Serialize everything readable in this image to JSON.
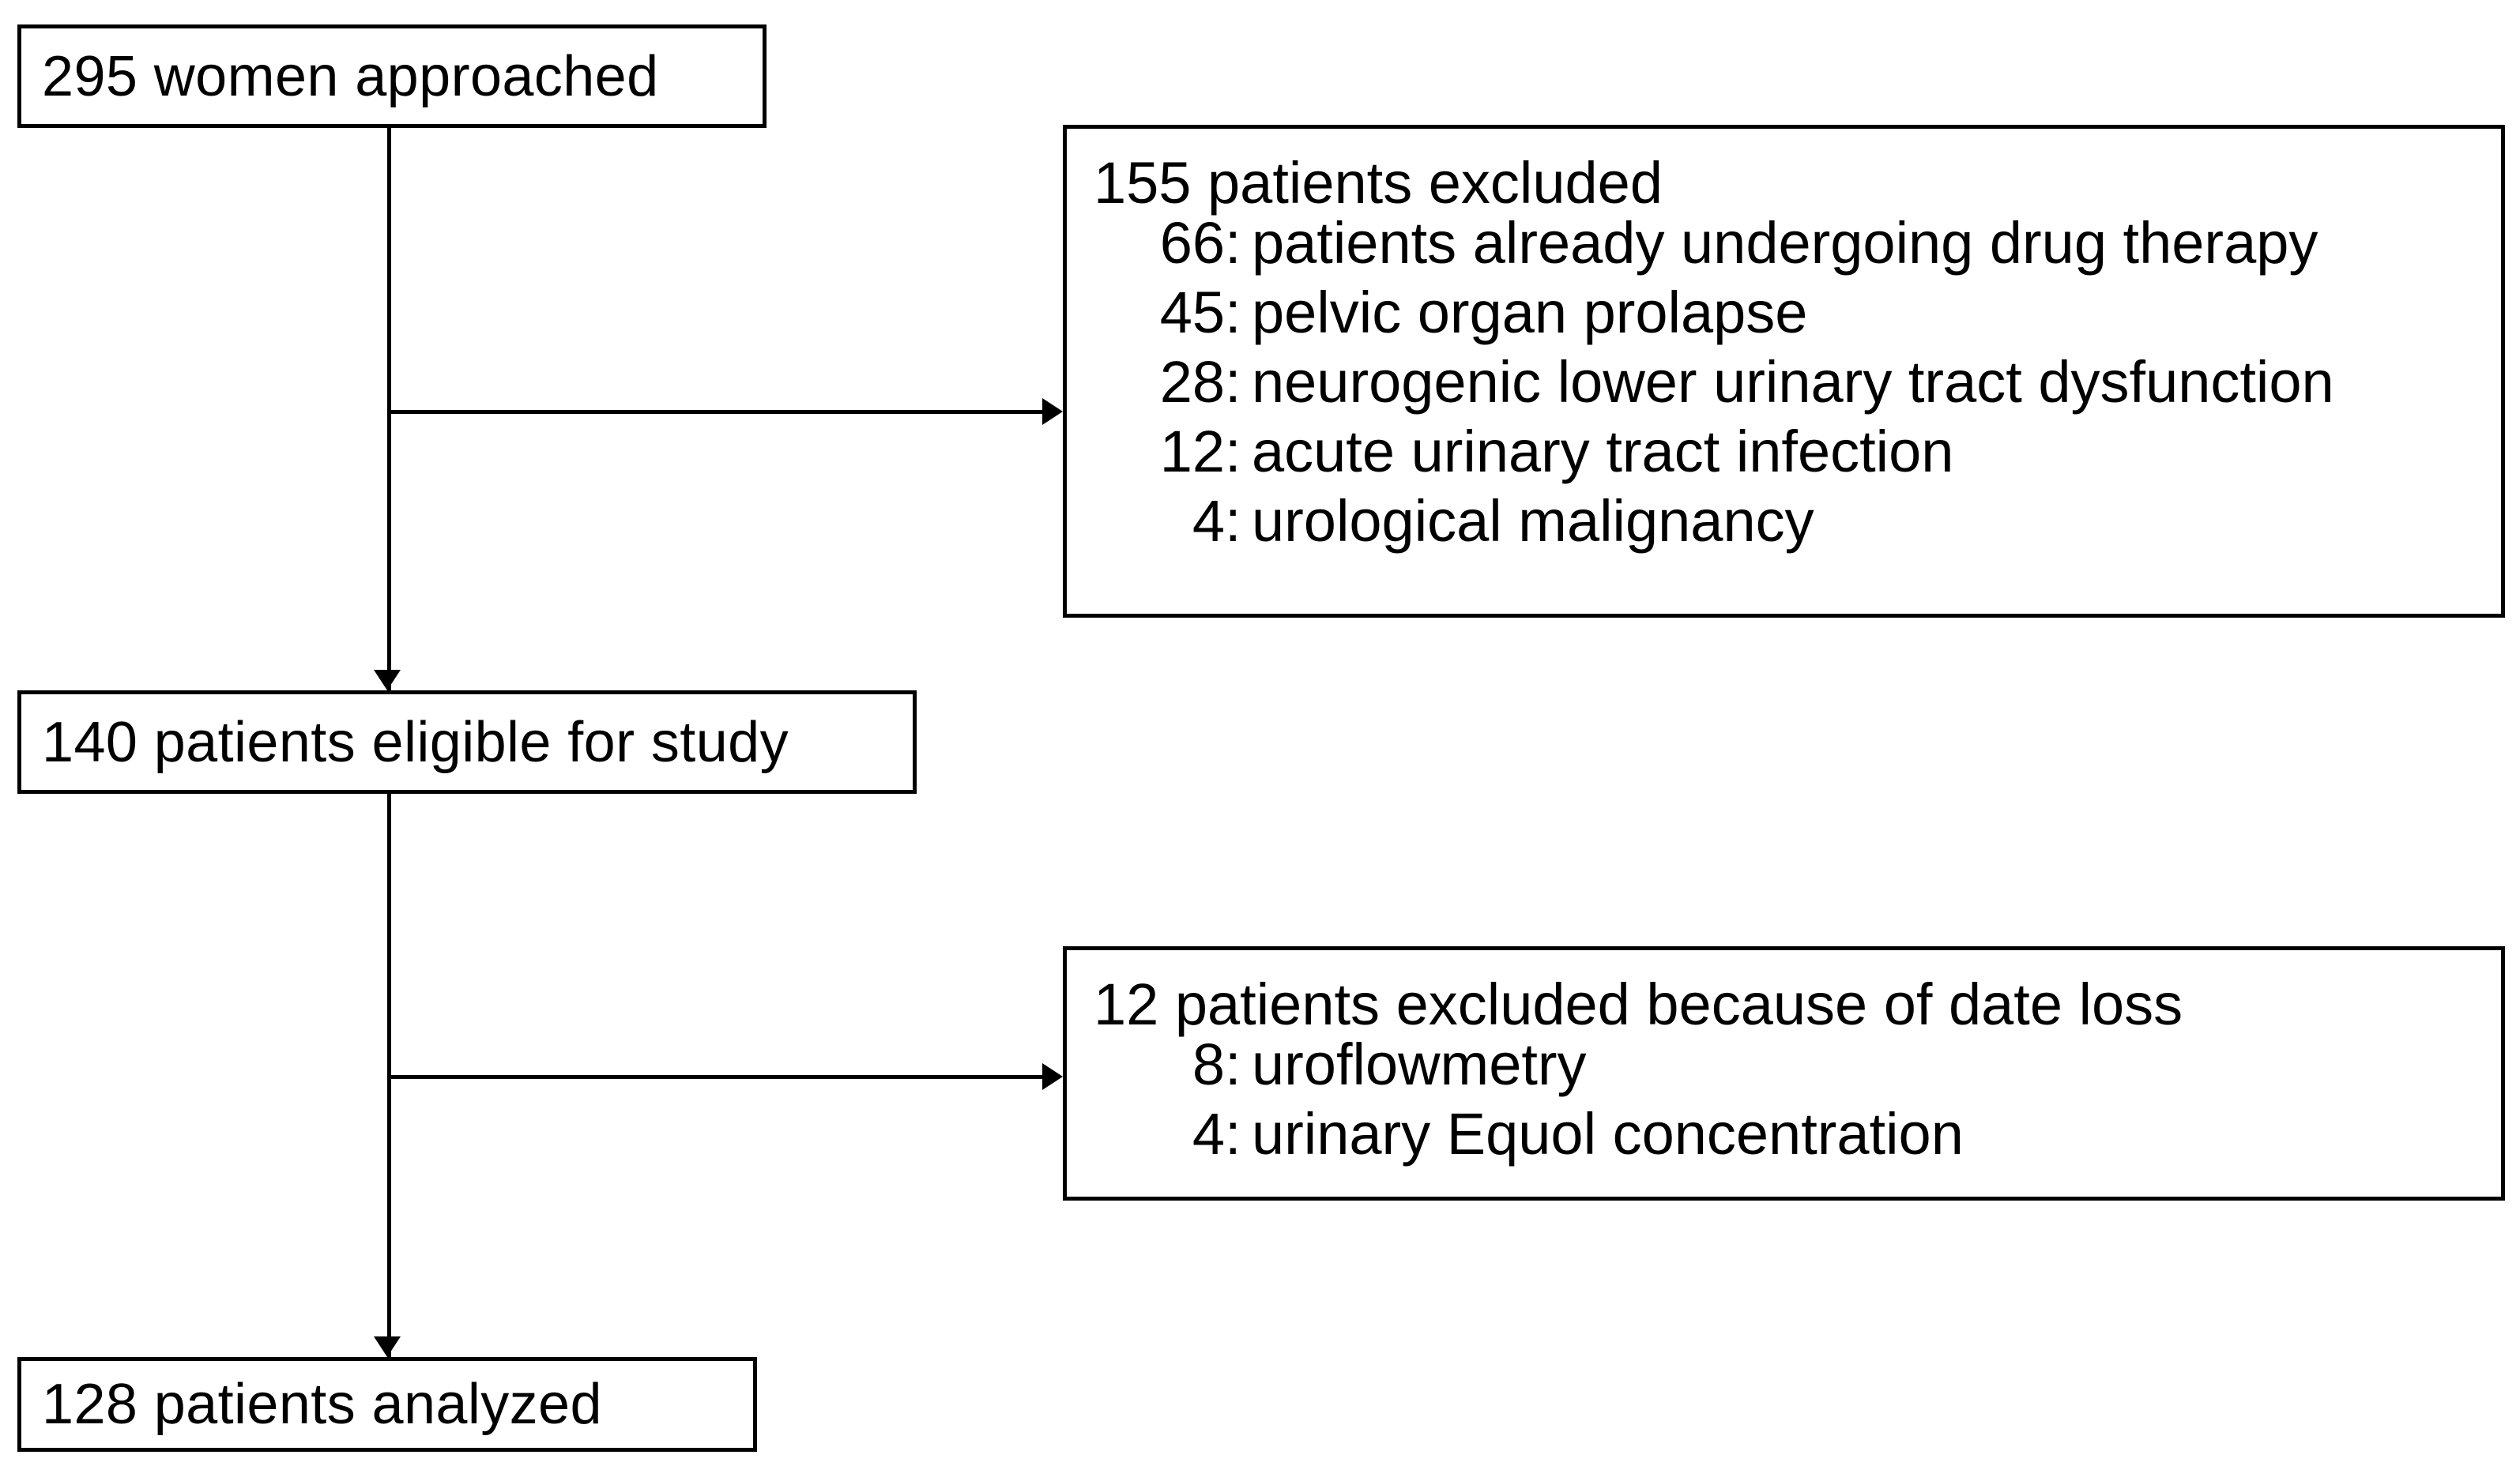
{
  "diagram": {
    "type": "flowchart",
    "title": "Patient enrollment flow diagram",
    "colors": {
      "background": "#ffffff",
      "stroke": "#000000",
      "text": "#000000"
    },
    "nodes": {
      "approached": {
        "label": "295 women approached",
        "count": 295
      },
      "eligible": {
        "label": "140 patients eligible for study",
        "count": 140
      },
      "analyzed": {
        "label": "128 patients analyzed",
        "count": 128
      },
      "excluded_screening": {
        "heading": "155 patients excluded",
        "count": 155,
        "reasons": [
          {
            "num": "66",
            "colon": ":",
            "text": "patients already undergoing drug therapy"
          },
          {
            "num": "45",
            "colon": ":",
            "text": "pelvic organ prolapse"
          },
          {
            "num": "28",
            "colon": ":",
            "text": "neurogenic lower urinary tract dysfunction"
          },
          {
            "num": "12",
            "colon": ":",
            "text": "acute urinary tract infection"
          },
          {
            "num": "4",
            "colon": ":",
            "text": "urological malignancy"
          }
        ]
      },
      "excluded_dataloss": {
        "heading": "12 patients excluded because of date loss",
        "count": 12,
        "reasons": [
          {
            "num": "8",
            "colon": ":",
            "text": "uroflowmetry"
          },
          {
            "num": "4",
            "colon": ":",
            "text": "urinary Equol concentration"
          }
        ]
      }
    },
    "edges": [
      {
        "from": "approached",
        "to": "eligible",
        "direction": "down"
      },
      {
        "from": "approached-trunk",
        "to": "excluded_screening",
        "direction": "right"
      },
      {
        "from": "eligible",
        "to": "analyzed",
        "direction": "down"
      },
      {
        "from": "eligible-trunk",
        "to": "excluded_dataloss",
        "direction": "right"
      }
    ]
  }
}
